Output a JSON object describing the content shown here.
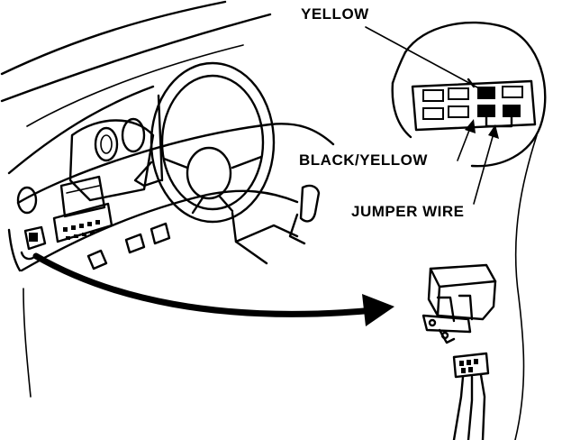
{
  "labels": {
    "yellow": "YELLOW",
    "black_yellow": "BLACK/YELLOW",
    "jumper_wire": "JUMPER WIRE"
  },
  "colors": {
    "ink": "#000000",
    "paper": "#ffffff"
  }
}
